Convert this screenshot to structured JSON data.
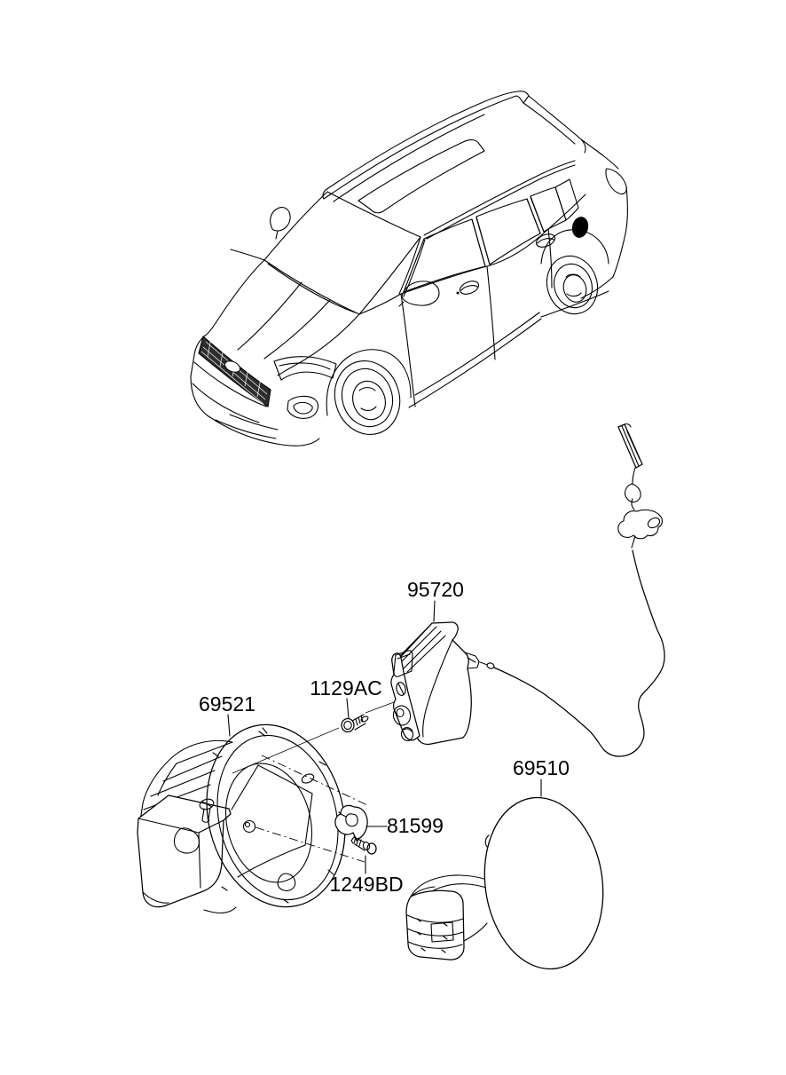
{
  "page": {
    "background": "#ffffff",
    "line_color": "#000000",
    "marker_color": "#000000"
  },
  "callouts": {
    "actuator": "95720",
    "bolt": "1129AC",
    "housing": "69521",
    "clip": "81599",
    "screw": "1249BD",
    "door": "69510"
  }
}
